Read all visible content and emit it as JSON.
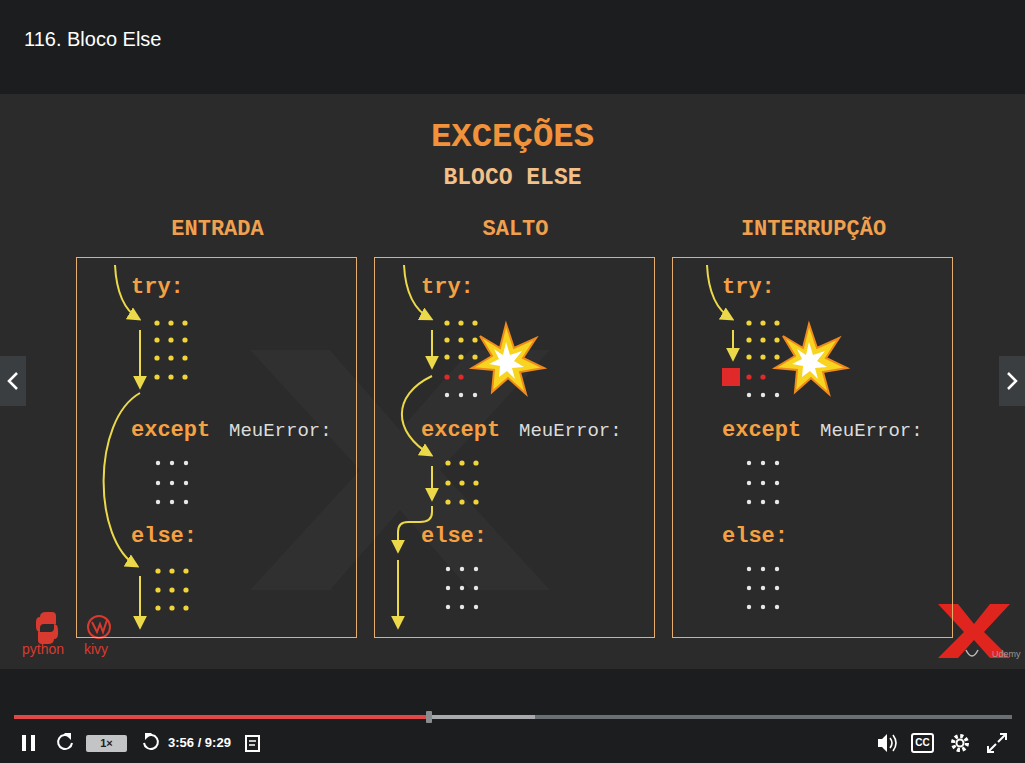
{
  "diagram": {
    "title": "EXCEÇÕES",
    "nodes": [
      {
        "text": [
          "ENTRADA",
          "try:",
          "except",
          "MeuError:",
          "else:"
        ]
      },
      {
        "text": [
          "SALTO",
          "try:",
          "except",
          "MeuError:",
          "else:"
        ]
      },
      {
        "text": [
          "INTERRUPÇÃO",
          "try:",
          "except",
          "MeuError:",
          "else:"
        ]
      }
    ],
    "labels": [
      "116. Bloco Else",
      "BLOCO ELSE",
      "python",
      "kivy",
      "Udemy",
      "1×",
      "3:56 / 9:29",
      "CC"
    ]
  }
}
